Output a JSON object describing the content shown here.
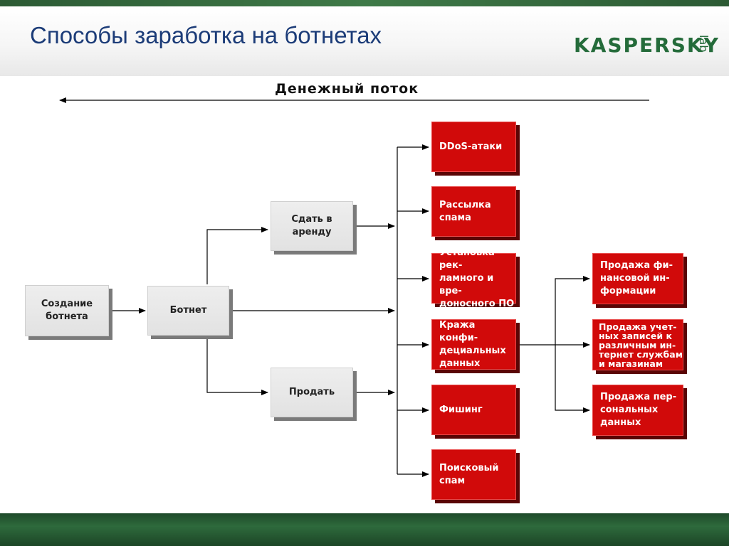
{
  "slide": {
    "title": "Способы заработка на ботнетах",
    "logo_text": "KASPERSKY",
    "logo_lab": "lab"
  },
  "diagram": {
    "flow_label": "Денежный поток",
    "nodes": {
      "create": "Создание\nботнета",
      "botnet": "Ботнет",
      "rent": "Сдать в\nаренду",
      "sell": "Продать",
      "ddos": "DDoS-атаки",
      "spam": "Рассылка\nспама",
      "adware": "Установка рек-\nламного и вре-\nдоносного ПО",
      "theft": "Кража конфи-\nдециальных\nданных",
      "phishing": "Фишинг",
      "search_spam": "Поисковый\nспам",
      "financial": "Продажа фи-\nнансовой ин-\nформации",
      "accounts": "Продажа учет-\nных записей к\nразличным ин-\nтернет службам\nи магазинам",
      "personal": "Продажа пер-\nсональных\nданных"
    }
  }
}
